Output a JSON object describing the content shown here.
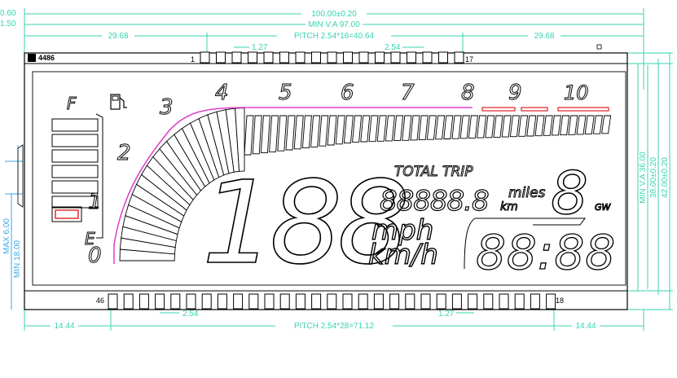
{
  "colors": {
    "dim": "#39d3b0",
    "dim_blue": "#3aa6e6",
    "pink": "#e03cc8",
    "red": "#e02020",
    "ink": "#000000"
  },
  "dimensions": {
    "overall_width": "100.00±0.20",
    "min_va_width": "MIN V.A 97.00",
    "left_margin": "29.68",
    "top_pitch": "PITCH  2.54*16=40.64",
    "right_margin": "29.68",
    "top_pin_gap_a": "1.27",
    "top_pin_gap_b": "2.54",
    "left_edge_a": "0.60",
    "left_edge_b": "1.50",
    "max_label": "MAX 6.00",
    "min_label": "MIN 18.00",
    "min_va_height": "MIN V.A 36.00",
    "height_a": "38.00±0.20",
    "height_b": "42.00±0.20",
    "bottom_left": "14.44",
    "bottom_pitch": "PITCH  2.54*28=71.12",
    "bottom_right": "14.44",
    "bottom_pin_gap_a": "2.54",
    "bottom_pin_gap_b": "1.27"
  },
  "part_number": "4486",
  "pins": {
    "top_first": "1",
    "top_last": "17",
    "bottom_first": "46",
    "bottom_last": "18"
  },
  "display": {
    "fuel_full": "F",
    "fuel_empty": "E",
    "rpm_numbers": [
      "0",
      "1",
      "2",
      "3",
      "4",
      "5",
      "6",
      "7",
      "8",
      "9",
      "10"
    ],
    "speed": "188",
    "speed_units": [
      "mph",
      "km/h"
    ],
    "trip_label": "TOTAL  TRIP",
    "odometer": "88888.8",
    "unit_miles": "miles",
    "unit_km": "km",
    "gear": "8",
    "gear_unit": "GW",
    "clock": "88:88"
  }
}
